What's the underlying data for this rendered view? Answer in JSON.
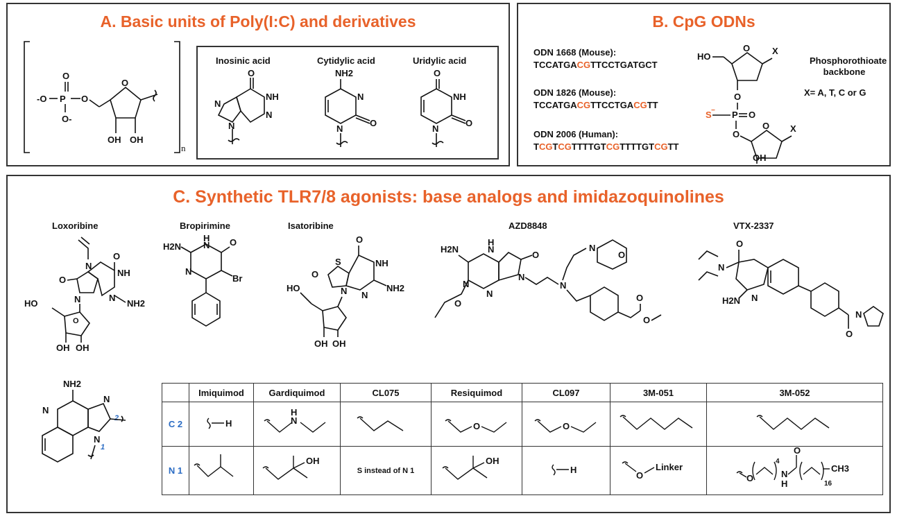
{
  "panelA": {
    "title": "A. Basic units of Poly(I:C) and derivatives",
    "subscript_n": "n",
    "bases": [
      {
        "label": "Inosinic acid"
      },
      {
        "label": "Cytidylic acid"
      },
      {
        "label": "Uridylic acid"
      }
    ]
  },
  "panelB": {
    "title": "B. CpG ODNs",
    "odns": [
      {
        "name": "ODN 1668 (Mouse):",
        "segments": [
          {
            "t": "TCCATGA",
            "hl": false
          },
          {
            "t": "CG",
            "hl": true
          },
          {
            "t": "TTCCTGATGCT",
            "hl": false
          }
        ]
      },
      {
        "name": "ODN 1826 (Mouse):",
        "segments": [
          {
            "t": "TCCATGA",
            "hl": false
          },
          {
            "t": "CG",
            "hl": true
          },
          {
            "t": "TTCCTGA",
            "hl": false
          },
          {
            "t": "CG",
            "hl": true
          },
          {
            "t": "TT",
            "hl": false
          }
        ]
      },
      {
        "name": "ODN 2006 (Human):",
        "segments": [
          {
            "t": "T",
            "hl": false
          },
          {
            "t": "CG",
            "hl": true
          },
          {
            "t": "T",
            "hl": false
          },
          {
            "t": "CG",
            "hl": true
          },
          {
            "t": "TTTTGT",
            "hl": false
          },
          {
            "t": "CG",
            "hl": true
          },
          {
            "t": "TTTTGT",
            "hl": false
          },
          {
            "t": "CG",
            "hl": true
          },
          {
            "t": "TT",
            "hl": false
          }
        ]
      }
    ],
    "backbone_label": "Phosphorothioate backbone",
    "x_note": "X= A, T, C or G"
  },
  "panelC": {
    "title": "C. Synthetic TLR7/8 agonists: base analogs and imidazoquinolines",
    "compounds": [
      {
        "label": "Loxoribine"
      },
      {
        "label": "Bropirimine"
      },
      {
        "label": "Isatoribine"
      },
      {
        "label": "AZD8848"
      },
      {
        "label": "VTX-2337"
      }
    ],
    "table": {
      "columns": [
        "Imiquimod",
        "Gardiquimod",
        "CL075",
        "Resiquimod",
        "CL097",
        "3M-051",
        "3M-052"
      ],
      "rows": [
        {
          "label": "C 2",
          "cells": [
            "H",
            "",
            "",
            "",
            "",
            "",
            ""
          ]
        },
        {
          "label": "N 1",
          "cells": [
            "",
            "OH",
            "S instead of N 1",
            "OH",
            "H",
            "Linker",
            ""
          ]
        }
      ]
    }
  },
  "colors": {
    "accent": "#e8622a",
    "row_label": "#2b6cc4",
    "border": "#333333"
  }
}
